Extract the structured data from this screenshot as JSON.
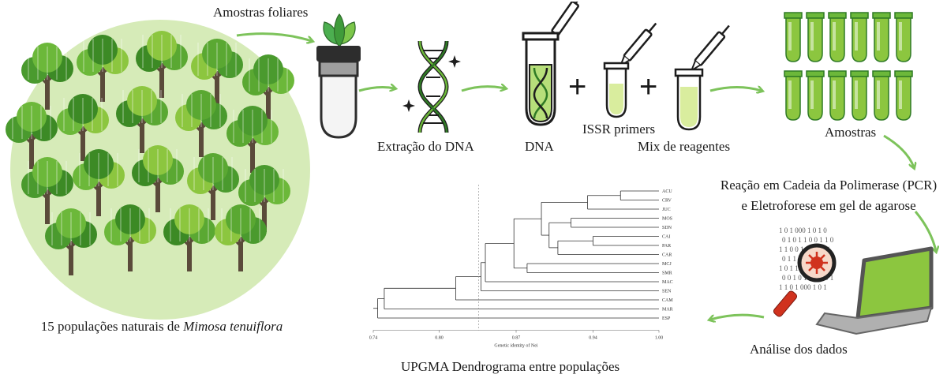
{
  "labels": {
    "leaf_samples": "Amostras foliares",
    "dna_extraction": "Extração do DNA",
    "dna": "DNA",
    "issr_primers": "ISSR primers",
    "reagent_mix": "Mix de reagentes",
    "samples": "Amostras",
    "pcr_line1": "Reação em Cadeia da Polimerase (PCR)",
    "pcr_line2": "e Eletroforese em gel de agarose",
    "data_analysis": "Análise dos dados",
    "dendrogram_title": "UPGMA Dendrograma entre populações",
    "populations_prefix": "15 populações naturais de ",
    "species": "Mimosa tenuiflora"
  },
  "plus_signs": [
    "+",
    "+"
  ],
  "binary_rows": [
    "1 0 1 000 1 0 1 0",
    "0 1 0 1 1 0 0 1 1 0",
    "1 1 0 0 1 0 1 0 0 1",
    "0 1 1 0 1 0 0 1 1 0",
    "1 0 1 1 0 1 0 0 1 0",
    "0 0 1 0 1 1 0 1 0 1",
    "1 1 0 1 000 1 0 1"
  ],
  "colors": {
    "green_dark": "#2f7a25",
    "green_mid": "#6cb83a",
    "green_light": "#b7df7a",
    "circle_bg": "#d6ebb8",
    "arrow": "#7dc35b",
    "red": "#c8321e"
  },
  "chart_data": {
    "type": "dendrogram",
    "method": "UPGMA",
    "xlabel": "Genetic identity of Nei",
    "xticks": [
      "0.74",
      "0.80",
      "0.87",
      "0.94",
      "1.00"
    ],
    "xlim": [
      0.74,
      1.0
    ],
    "cutoff_line": 0.836,
    "leaves": [
      "ACU",
      "CRV",
      "JUC",
      "MOS",
      "SDN",
      "CAI",
      "PAR",
      "CAR",
      "MCJ",
      "SMR",
      "MAC",
      "SEN",
      "CAM",
      "MAR",
      "ESP"
    ],
    "merges": [
      {
        "left": "ACU",
        "right": "CRV",
        "height": 0.965
      },
      {
        "left": "(ACU,CRV)",
        "right": "JUC",
        "height": 0.935
      },
      {
        "left": "MOS",
        "right": "SDN",
        "height": 0.92
      },
      {
        "left": "CAI",
        "right": "PAR",
        "height": 0.94
      },
      {
        "left": "(CAI,PAR)",
        "right": "CAR",
        "height": 0.908
      },
      {
        "left": "(MOS,SDN)",
        "right": "(CAI,PAR,CAR)",
        "height": 0.9
      },
      {
        "left": "(ACU,CRV,JUC)",
        "right": "(MOS,SDN,CAI,PAR,CAR)",
        "height": 0.893
      },
      {
        "left": "MCJ",
        "right": "SMR",
        "height": 0.88
      },
      {
        "left": "(ACU..CAR)",
        "right": "(MCJ,SMR)",
        "height": 0.868
      },
      {
        "left": "(ACU..SMR)",
        "right": "MAC",
        "height": 0.842
      },
      {
        "left": "(ACU..MAC)",
        "right": "SEN",
        "height": 0.838
      },
      {
        "left": "(ACU..SEN)",
        "right": "CAM",
        "height": 0.815
      },
      {
        "left": "(ACU..CAM)",
        "right": "MAR",
        "height": 0.75
      },
      {
        "left": "(ACU..MAR)",
        "right": "ESP",
        "height": 0.744
      }
    ]
  }
}
